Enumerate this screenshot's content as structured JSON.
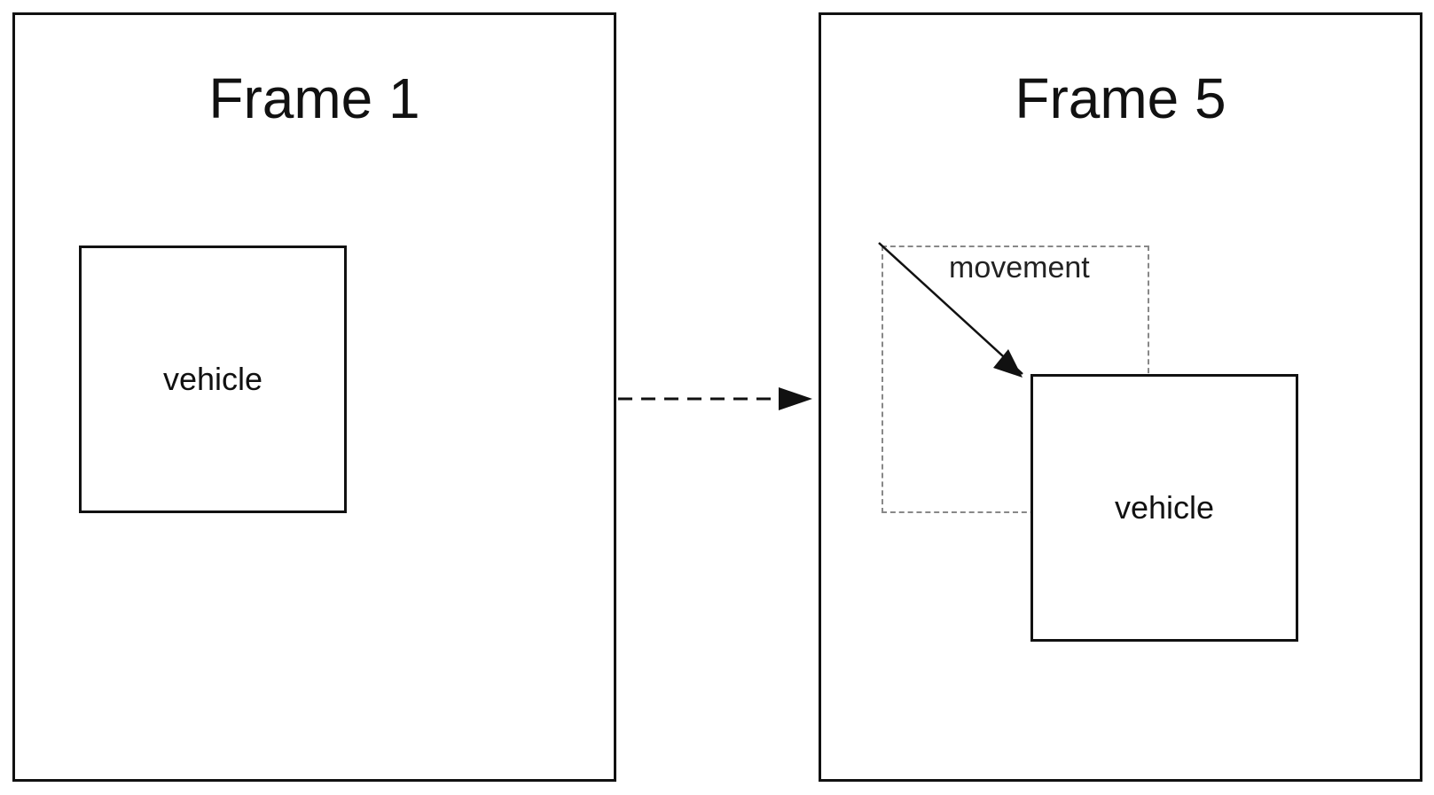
{
  "frames": [
    {
      "title": "Frame 1",
      "vehicle_label": "vehicle"
    },
    {
      "title": "Frame 5",
      "vehicle_label": "vehicle",
      "movement_label": "movement"
    }
  ]
}
